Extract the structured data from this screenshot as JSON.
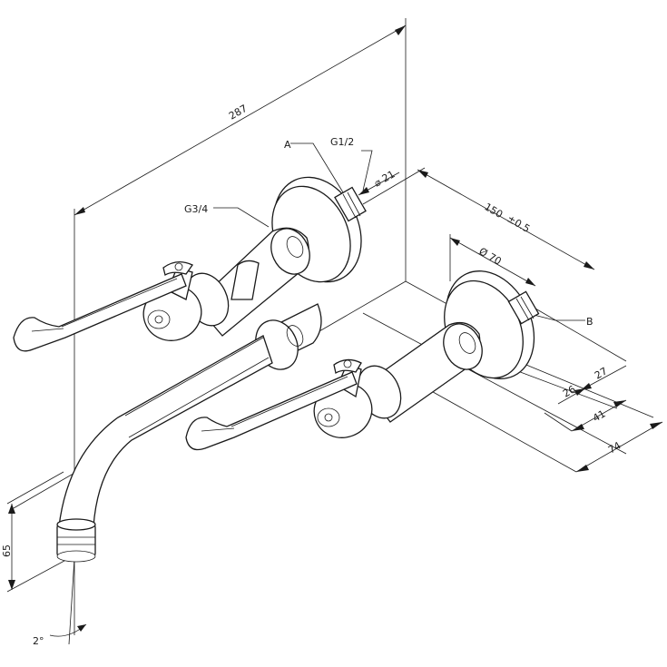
{
  "drawing": {
    "dimensions": {
      "overall_length": "287",
      "wall_distance": "150",
      "wall_tolerance": "±0.5",
      "rosette_diameter": "Ø 70",
      "thread_diameter": "⌀ 21",
      "outlet_height": "65",
      "angle": "2°",
      "depth_26": "26",
      "depth_27": "27",
      "depth_41": "41",
      "depth_74": "74"
    },
    "callouts": {
      "a": "A",
      "b": "B",
      "thread_half": "G1/2",
      "thread_three_quarter": "G3/4"
    }
  }
}
